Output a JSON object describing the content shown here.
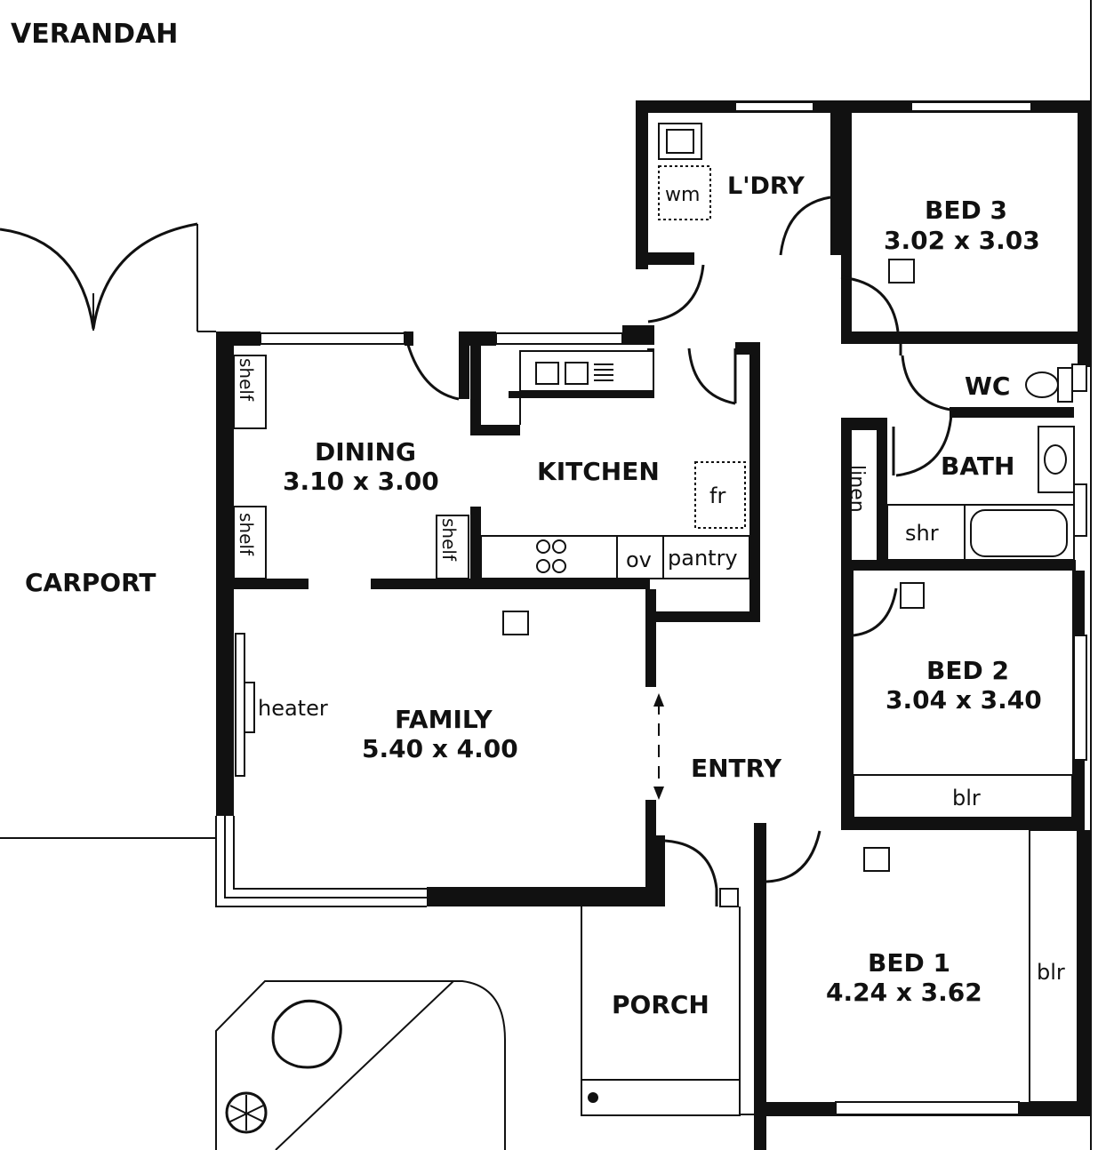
{
  "labels": {
    "verandah": "VERANDAH",
    "carport": "CARPORT",
    "ldry": "L'DRY",
    "wm": "wm",
    "bed3_name": "BED 3",
    "bed3_size": "3.02 x 3.03",
    "wc": "WC",
    "bath": "BATH",
    "linen": "linen",
    "shr": "shr",
    "dining_name": "DINING",
    "dining_size": "3.10 x 3.00",
    "kitchen": "KITCHEN",
    "fr": "fr",
    "shelf": "shelf",
    "ov": "ov",
    "pantry": "pantry",
    "family_name": "FAMILY",
    "family_size": "5.40 x 4.00",
    "heater": "heater",
    "entry": "ENTRY",
    "bed2_name": "BED 2",
    "bed2_size": "3.04 x 3.40",
    "blr": "blr",
    "bed1_name": "BED 1",
    "bed1_size": "4.24 x 3.62",
    "porch": "PORCH"
  },
  "colors": {
    "wall": "#111111",
    "background": "#ffffff"
  }
}
